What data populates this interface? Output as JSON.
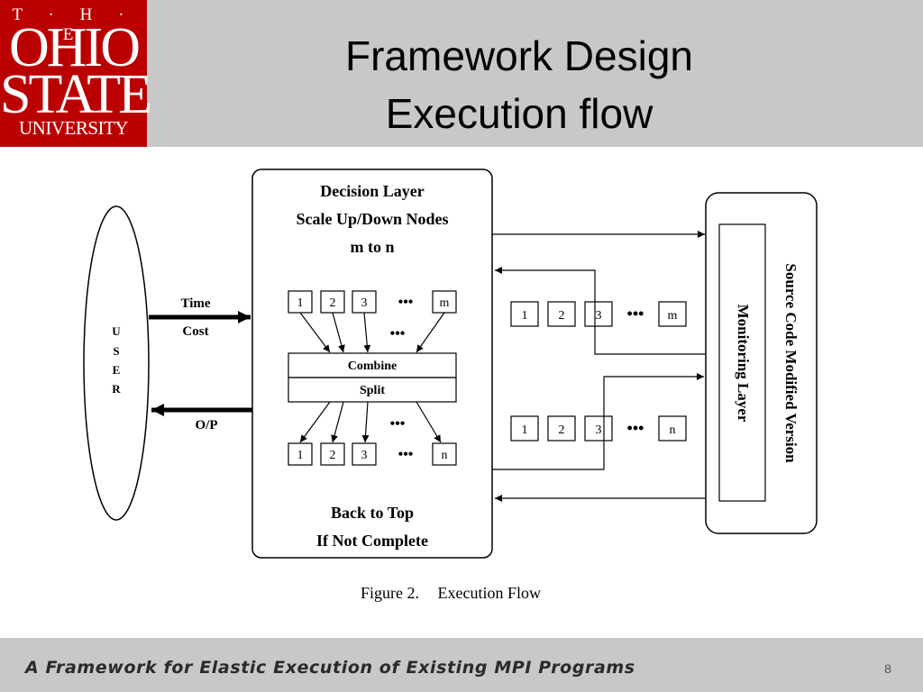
{
  "logo": {
    "line1": "T · H · E",
    "line2": "OHIO",
    "line3": "STATE",
    "line4": "UNIVERSITY",
    "color": "#bb0000"
  },
  "header": {
    "title_line1": "Framework Design",
    "title_line2": "Execution flow"
  },
  "diagram": {
    "user_letters": [
      "U",
      "S",
      "E",
      "R"
    ],
    "time_label": "Time",
    "cost_label": "Cost",
    "op_label": "O/P",
    "decision": {
      "line1": "Decision Layer",
      "line2": "Scale Up/Down Nodes",
      "line3": "m to n",
      "back1": "Back to Top",
      "back2": "If Not Complete"
    },
    "top_nodes": [
      "1",
      "2",
      "3",
      "m"
    ],
    "bottom_nodes": [
      "1",
      "2",
      "3",
      "n"
    ],
    "ellipsis": "•••",
    "combine_label": "Combine",
    "split_label": "Split",
    "mid_top_nodes": [
      "1",
      "2",
      "3",
      "m"
    ],
    "mid_bottom_nodes": [
      "1",
      "2",
      "3",
      "n"
    ],
    "monitoring_label": "Monitoring Layer",
    "source_label": "Source Code Modified Version"
  },
  "caption": {
    "figure": "Figure 2.",
    "text": "Execution Flow"
  },
  "footer": {
    "title": "A Framework for Elastic Execution of Existing MPI Programs",
    "page": "8"
  }
}
